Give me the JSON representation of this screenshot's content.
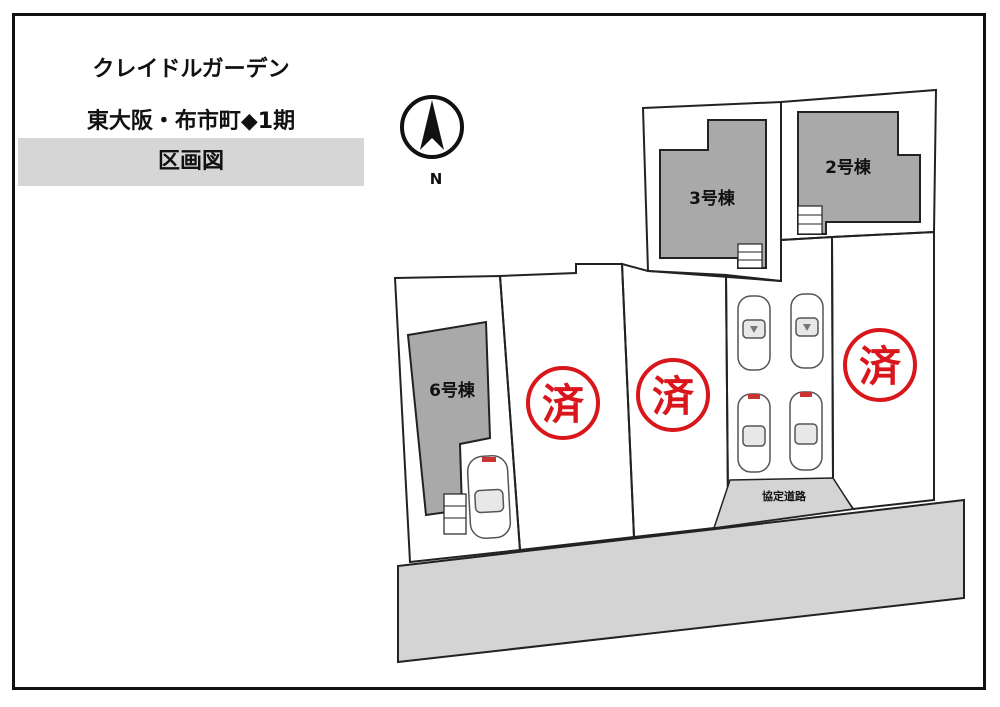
{
  "header": {
    "title_line1": "クレイドルガーデン",
    "title_line2": "東大阪・布市町◆1期",
    "banner": "区画図"
  },
  "compass": {
    "north_label": "N"
  },
  "houses": [
    {
      "id": "house-3",
      "label": "3号棟"
    },
    {
      "id": "house-2",
      "label": "2号棟"
    },
    {
      "id": "house-6",
      "label": "6号棟"
    }
  ],
  "sold_mark": {
    "text": "済",
    "color": "#d9161b",
    "count": 3
  },
  "road": {
    "private_road_label": "協定道路"
  },
  "colors": {
    "building": "#a9a9a9",
    "road": "#d4d4d4",
    "line": "#222222"
  }
}
